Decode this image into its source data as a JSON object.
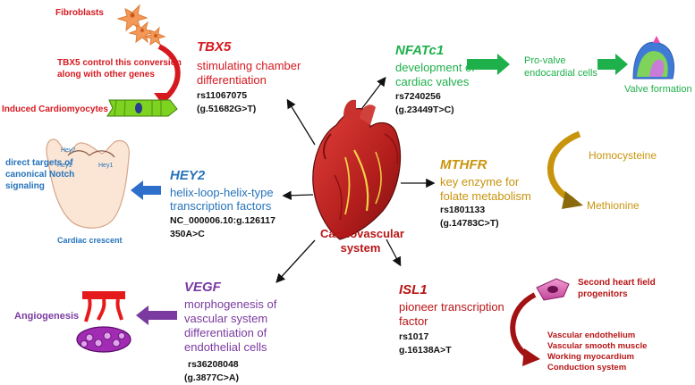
{
  "center": {
    "label": "Cardiovascular system"
  },
  "tbx5": {
    "gene": "TBX5",
    "desc": [
      "stimulating chamber",
      "differentiation"
    ],
    "rs": "rs11067075",
    "variant": "(g.51682G>T)",
    "fibroblasts": "Fibroblasts",
    "note": [
      "TBX5 control this conversion",
      "along with other genes"
    ],
    "induced": "Induced Cardiomyocytes"
  },
  "nfatc1": {
    "gene": "NFATc1",
    "desc": [
      "development of",
      "cardiac valves"
    ],
    "rs": "rs7240256",
    "variant": "(g.23449T>C)",
    "prevalve": [
      "Pro-valve",
      "endocardial cells"
    ],
    "valve": "Valve formation"
  },
  "hey2": {
    "gene": "HEY2",
    "desc": [
      "helix-loop-helix-type",
      "transcription factors"
    ],
    "rs": "NC_000006.10:g.126117",
    "variant": "350A>C",
    "notch": [
      "direct targets of",
      "canonical Notch",
      "signaling"
    ],
    "crescent": "Cardiac crescent",
    "crescent_labels": [
      "Hey2",
      "Hey1",
      "Hey1"
    ]
  },
  "mthfr": {
    "gene": "MTHFR",
    "desc": [
      "key enzyme for",
      "folate metabolism"
    ],
    "rs": "rs1801133",
    "variant": "(g.14783C>T)",
    "homocysteine": "Homocysteine",
    "methionine": "Methionine"
  },
  "vegf": {
    "gene": "VEGF",
    "desc": [
      "morphogenesis of",
      "vascular system",
      "differentiation of",
      "endothelial cells"
    ],
    "rs": "rs36208048",
    "variant": "(g.3877C>A)",
    "angio": "Angiogenesis"
  },
  "isl1": {
    "gene": "ISL1",
    "desc": [
      "pioneer transcription",
      "factor"
    ],
    "rs": "rs1017",
    "variant": "g.16138A>T",
    "shf": [
      "Second heart field",
      "progenitors"
    ],
    "outcomes": [
      "Vascular endothelium",
      "Vascular smooth muscle",
      "Working myocardium",
      "Conduction system"
    ]
  },
  "colors": {
    "red": "#d6191f",
    "green": "#1eb04b",
    "blue": "#2673bb",
    "gold": "#c8940c",
    "purple": "#7a3aa0",
    "darkred": "#b81516"
  }
}
